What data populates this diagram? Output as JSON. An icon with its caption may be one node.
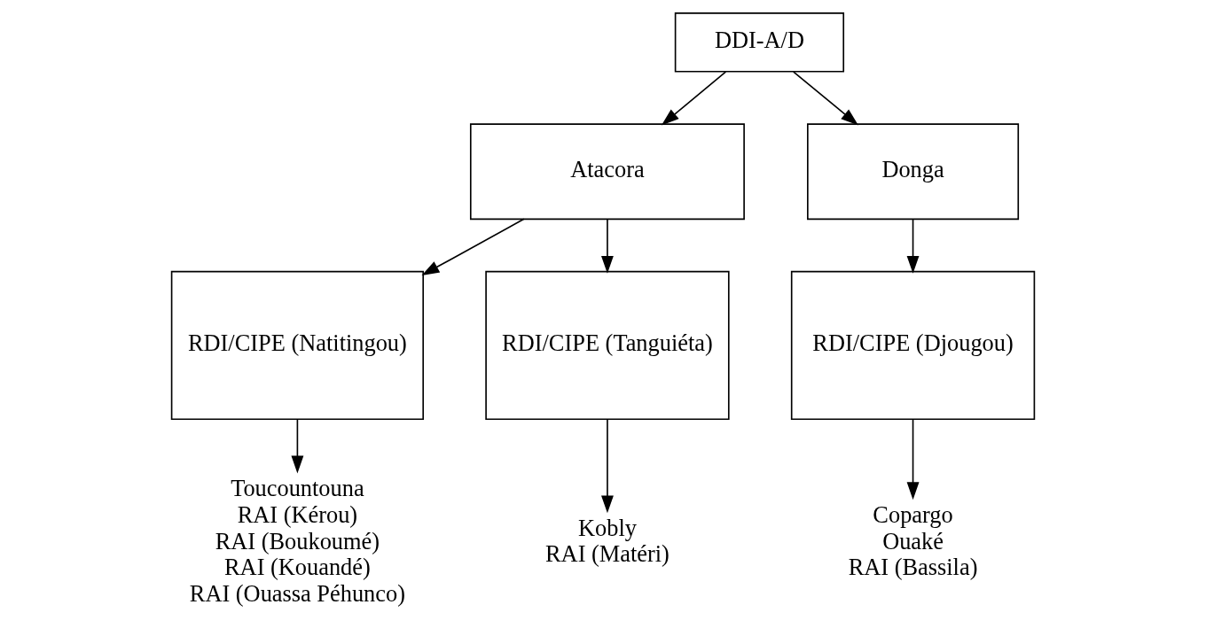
{
  "diagram": {
    "nodes": [
      {
        "text": [
          "DDI-A/D"
        ]
      },
      {
        "text": [
          "Atacora"
        ]
      },
      {
        "text": [
          "Donga"
        ]
      },
      {
        "text": [
          "RDI/CIPE (Natitingou)"
        ]
      },
      {
        "text": [
          "RDI/CIPE (Tanguiéta)"
        ]
      },
      {
        "text": [
          "RDI/CIPE (Djougou)"
        ]
      },
      {
        "text": [
          "Toucountouna",
          "RAI (Kérou)",
          "RAI (Boukoumé)",
          "RAI (Kouandé)",
          "RAI (Ouassa Péhunco)"
        ]
      },
      {
        "text": [
          "Kobly",
          "RAI (Matéri)"
        ]
      },
      {
        "text": [
          "Copargo",
          "Ouaké",
          "RAI (Bassila)"
        ]
      }
    ],
    "edges": [
      {
        "from": 0,
        "to": 1,
        "arrow": "to"
      },
      {
        "from": 0,
        "to": 2,
        "arrow": "to"
      },
      {
        "from": 1,
        "to": 3,
        "arrow": "to"
      },
      {
        "from": 1,
        "to": 4,
        "arrow": "to"
      },
      {
        "from": 2,
        "to": 5,
        "arrow": "to"
      },
      {
        "from": 3,
        "to": 6,
        "arrow": "to"
      },
      {
        "from": 4,
        "to": 7,
        "arrow": "to"
      },
      {
        "from": 5,
        "to": 8,
        "arrow": "to"
      }
    ]
  }
}
